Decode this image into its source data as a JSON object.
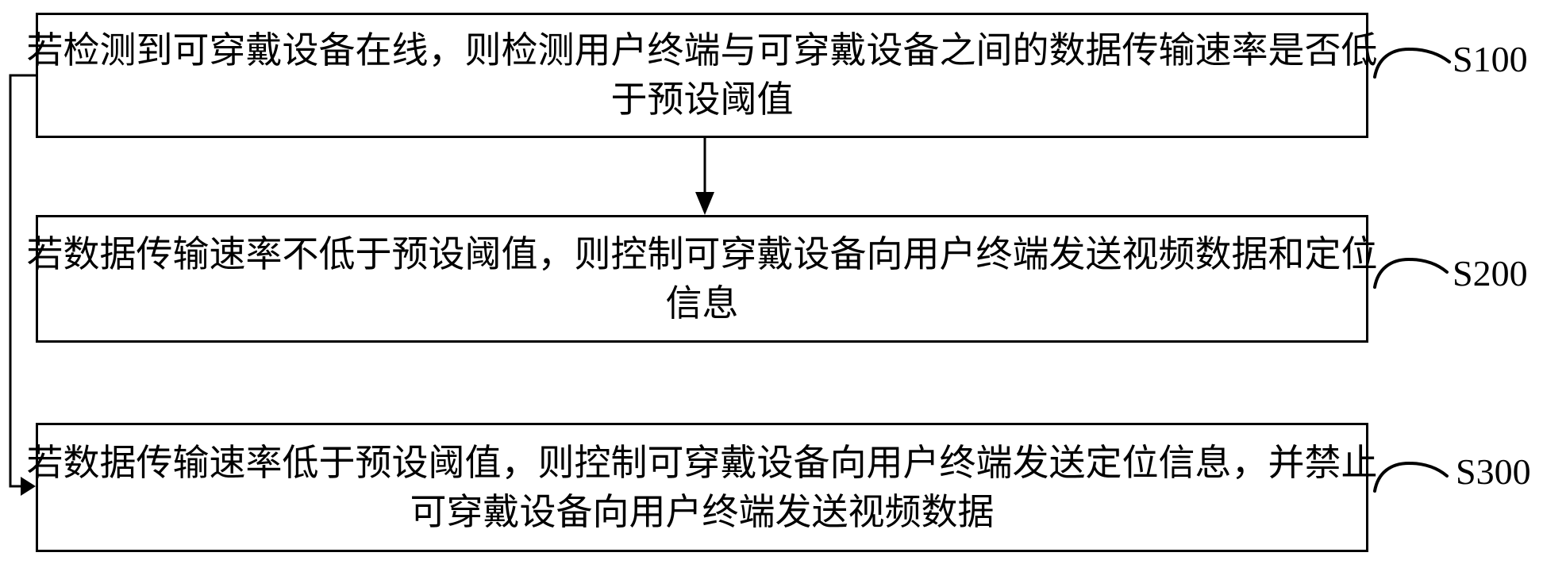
{
  "figure": {
    "background_color": "#ffffff",
    "line_color": "#000000",
    "steps": [
      {
        "label": "S100",
        "lines": [
          "若检测到可穿戴设备在线，则检测用户终端与可穿戴设备之间的数据传输速率是否低",
          "于预设阈值"
        ],
        "full_text": "若检测到可穿戴设备在线，则检测用户终端与可穿戴设备之间的数据传输速率是否低于预设阈值"
      },
      {
        "label": "S200",
        "lines": [
          "若数据传输速率不低于预设阈值，则控制可穿戴设备向用户终端发送视频数据和定位",
          "信息"
        ],
        "full_text": "若数据传输速率不低于预设阈值，则控制可穿戴设备向用户终端发送视频数据和定位信息"
      },
      {
        "label": "S300",
        "lines": [
          "若数据传输速率低于预设阈值，则控制可穿戴设备向用户终端发送定位信息，并禁止",
          "可穿戴设备向用户终端发送视频数据"
        ],
        "full_text": "若数据传输速率低于预设阈值，则控制可穿戴设备向用户终端发送定位信息，并禁止可穿戴设备向用户终端发送视频数据"
      }
    ],
    "connections": [
      {
        "from": "S100",
        "to": "S200",
        "type": "arrow-down"
      },
      {
        "from": "S100",
        "to": "S300",
        "type": "left-bypass-arrow"
      }
    ]
  }
}
